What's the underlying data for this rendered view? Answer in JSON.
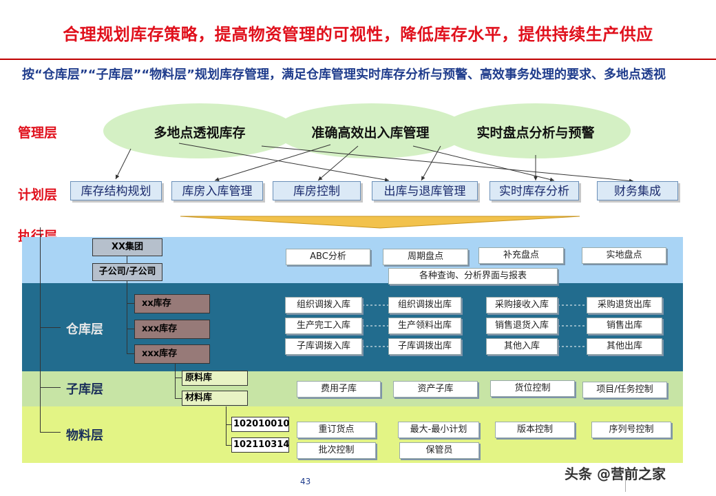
{
  "title": "合理规划库存策略，提高物资管理的可视性，降低库存水平，提供持续生产供应",
  "subtitle": "按“仓库层”“子库层”“物料层”规划库存管理，满足仓库管理实时库存分析与预警、高效事务处理的要求、多地点透视",
  "layers": {
    "management": "管理层",
    "planning": "计划层",
    "execution": "执行层"
  },
  "management_items": [
    "多地点透视库存",
    "准确高效出入库管理",
    "实时盘点分析与预警"
  ],
  "planning_items": [
    "库存结构规划",
    "库房入库管理",
    "库房控制",
    "出库与退库管理",
    "实时库存分析",
    "财务集成"
  ],
  "org": {
    "group": "XX集团",
    "subsidiary": "子公司/子公司",
    "warehouses": [
      "xx库存",
      "xxx库存",
      "xxx库存"
    ],
    "subinventories": [
      "原料库",
      "材料库"
    ],
    "items": [
      "102010010",
      "102110314"
    ]
  },
  "level_labels": {
    "warehouse": "仓库层",
    "subinventory": "子库层",
    "material": "物料层"
  },
  "top_functions": [
    "ABC分析",
    "周期盘点",
    "补充盘点",
    "实地盘点"
  ],
  "report_function": "各种查询、分析界面与报表",
  "warehouse_functions": [
    [
      "组织调拨入库",
      "组织调拨出库",
      "采购接收入库",
      "采购退货出库"
    ],
    [
      "生产完工入库",
      "生产领料出库",
      "销售退货入库",
      "销售出库"
    ],
    [
      "子库调拨入库",
      "子库调拨出库",
      "其他入库",
      "其他出库"
    ]
  ],
  "subinventory_functions": [
    "费用子库",
    "资产子库",
    "货位控制",
    "项目/任务控制"
  ],
  "material_functions": [
    [
      "重订货点",
      "最大-最小计划",
      "版本控制",
      "序列号控制"
    ],
    [
      "批次控制",
      "保管员"
    ]
  ],
  "page_number": "43",
  "watermark": "头条 @营前之家",
  "colors": {
    "title_red": "#e0101c",
    "subtitle_blue": "#1f3c8c",
    "ellipse_green": "#d4f0c4",
    "band_light_blue": "#a9d4f5",
    "band_dark_teal": "#226c8e",
    "band_light_green": "#c7e4a5",
    "band_yellow_green": "#e3f485",
    "warehouse_box": "#977a78",
    "sub_box": "#e8f3c4"
  }
}
